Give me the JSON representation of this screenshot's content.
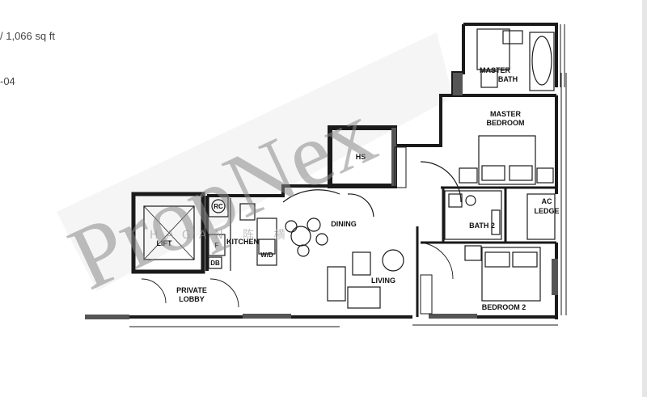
{
  "header": {
    "area_text": "/ 1,066 sq ft",
    "unit_text": "-04"
  },
  "rooms": {
    "master_bath": [
      "MASTER",
      "BATH"
    ],
    "master_bedroom": [
      "MASTER",
      "BEDROOM"
    ],
    "hs": "HS",
    "dining": "DINING",
    "living": "LIVING",
    "bath2": "BATH 2",
    "ac_ledge": [
      "AC",
      "LEDGE"
    ],
    "bedroom2": "BEDROOM 2",
    "lift": "LIFT",
    "kitchen": "KITCHEN",
    "rc": "RC",
    "f": "F",
    "db": "DB",
    "wd": "W/D",
    "private_lobby": [
      "PRIVATE",
      "LOBBY"
    ]
  },
  "watermark": {
    "brand": "PropNex",
    "sub": "HAGAN 陈 横"
  },
  "colors": {
    "wall": "#1a1a1a",
    "wall_fill": "#555555",
    "background": "#ffffff",
    "watermark": "#8a8a8a"
  }
}
